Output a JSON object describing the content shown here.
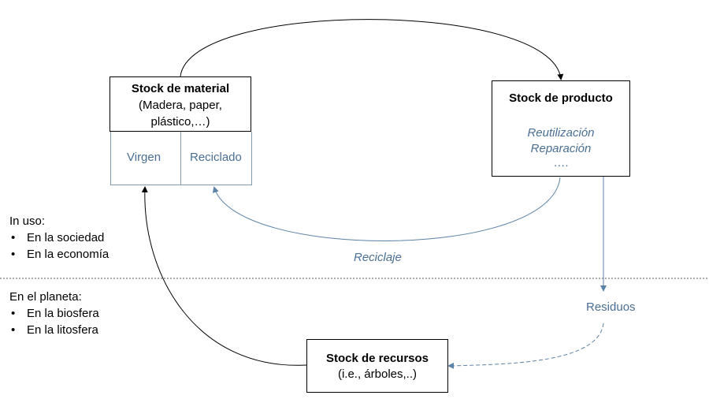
{
  "stock_material": {
    "title": "Stock de material",
    "subtitle_line1": "(Madera, paper,",
    "subtitle_line2": "plástico,…)",
    "virgin": "Virgen",
    "recycled": "Reciclado"
  },
  "stock_product": {
    "title": "Stock de producto",
    "reuse": "Reutilización",
    "repair": "Reparación",
    "ellipsis": "…."
  },
  "stock_resources": {
    "title": "Stock de recursos",
    "subtitle": "(i.e., árboles,..)"
  },
  "labels": {
    "recycling": "Reciclaje",
    "waste": "Residuos"
  },
  "legend_in_use": {
    "heading": "In uso:",
    "items": [
      "En la sociedad",
      "En la economía"
    ]
  },
  "legend_planet": {
    "heading": "En el planeta:",
    "items": [
      "En la biosfera",
      "En la litosfera"
    ]
  },
  "colors": {
    "black_arrow": "#000000",
    "blue_arrow": "#5b82a8",
    "green_accent": "#70ad47",
    "divider": "#555555"
  }
}
